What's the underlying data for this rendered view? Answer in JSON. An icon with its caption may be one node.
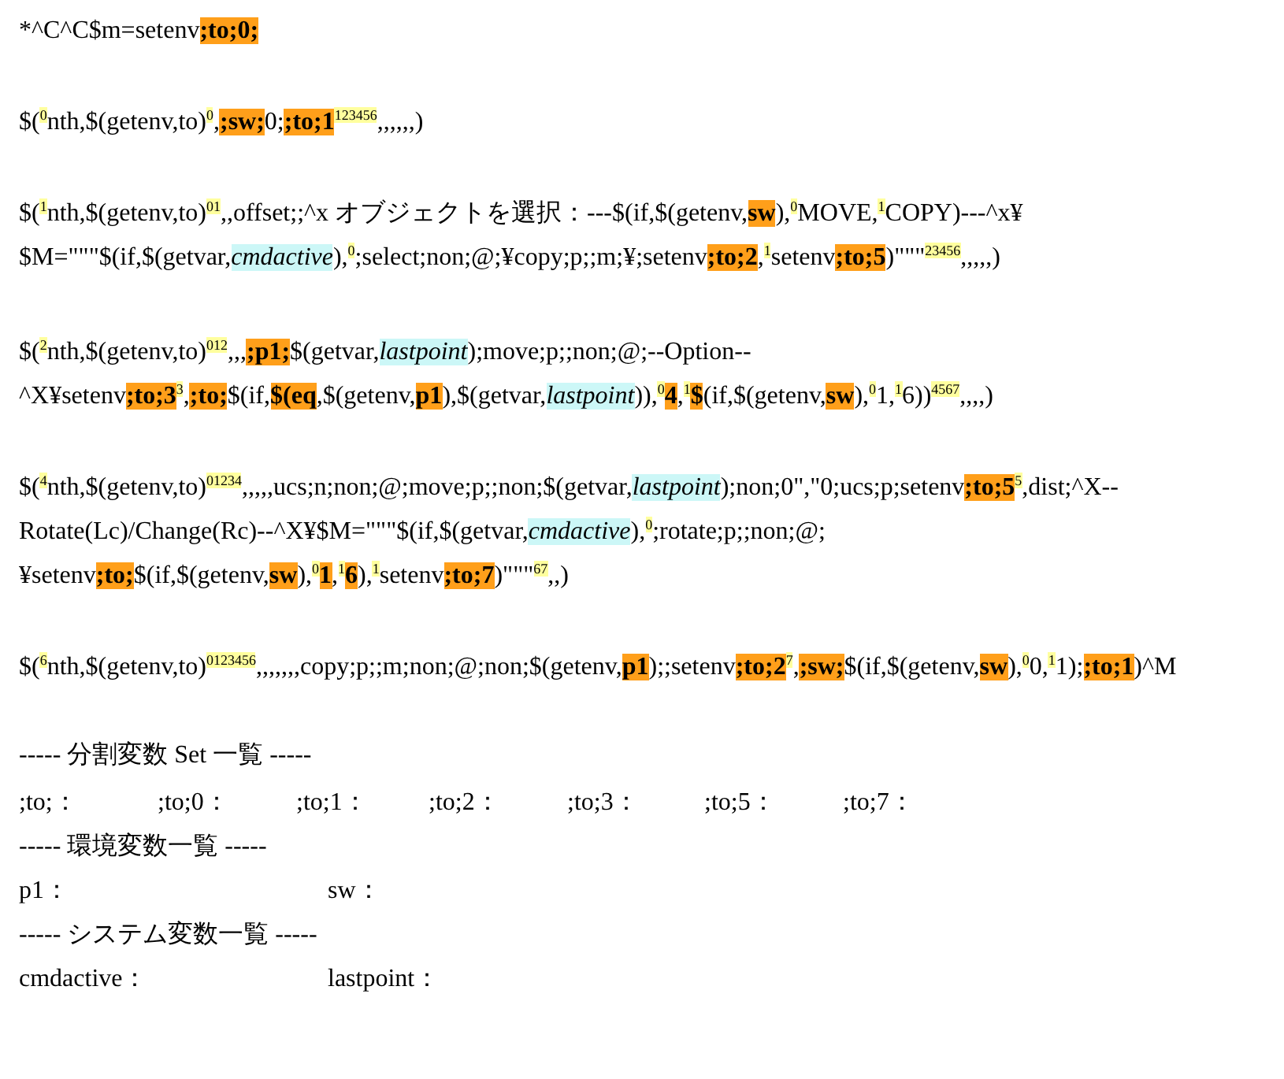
{
  "diagram": {
    "labels": [
      "*^C^C$m=setenv**;to;0;**",
      "$($^{0}$nth,$(getenv,to)$^{0}$,**;sw;**0;**;to;1**$^{123456}$,,,,,,)",
      "$($^{1}$nth,$(getenv,to)$^{01}$,,offset;;^x オブジェクトを選択：---$(if,$(getenv,**sw**),$^{0}$MOVE,$^{1}$COPY)---^x¥$M=\"\"\"$(if,$(getvar,*cmdactive*),$^{0}$;select;non;@;¥copy;p;;m;¥;setenv**;to;2**,$^{1}$setenv**;to;5**)\"\"\"$^{23456}$,,,,,)",
      "$($^{2}$nth,$(getenv,to)$^{012}$,,,**;p1;**$(getvar,*lastpoint*);move;p;;non;@;--Option--^X¥setenv**;to;3**$^{3}$,**;to;**$(if,**$(eq**,$(getenv,**p1**),$(getvar,*lastpoint*)),$^{0}$**4**,$^{1}$**$**(if,$(getenv,**sw**),$^{0}$1,$^{1}$6))$^{4567}$,,,,)",
      "$($^{4}$nth,$(getenv,to)$^{01234}$,,,,,ucs;n;non;@;move;p;;non;$(getvar,*lastpoint*);non;0\",\"0;ucs;p;setenv**;to;5**$^{5}$,dist;^X--Rotate(Lc)/Change(Rc)--^X¥$M=\"\"\"$(if,$(getvar,*cmdactive*),$^{0}$;rotate;p;;non;@;¥setenv**;to;**$(if,$(getenv,**sw**),$^{0}$**1**,$^{1}$**6**),$^{1}$setenv**;to;7**)\"\"\"$^{67}$,,)",
      "$($^{6}$nth,$(getenv,to)$^{0123456}$,,,,,,,copy;p;;m;non;@;non;$(getenv,**p1**);;setenv**;to;2**$^{7}$,**;sw;**$(if,$(getenv,**sw**),$^{0}$0,$^{1}$1);**;to;1**)^M",
      "----- 分割変数 Set 一覧 -----",
      ";to;：",
      ";to;0：",
      ";to;1：",
      ";to;2：",
      ";to;3：",
      ";to;5：",
      ";to;7：",
      "----- 環境変数一覧 -----",
      "p1：",
      "sw：",
      "----- システム変数一覧 -----",
      "cmdactive：",
      "lastpoint："
    ]
  }
}
